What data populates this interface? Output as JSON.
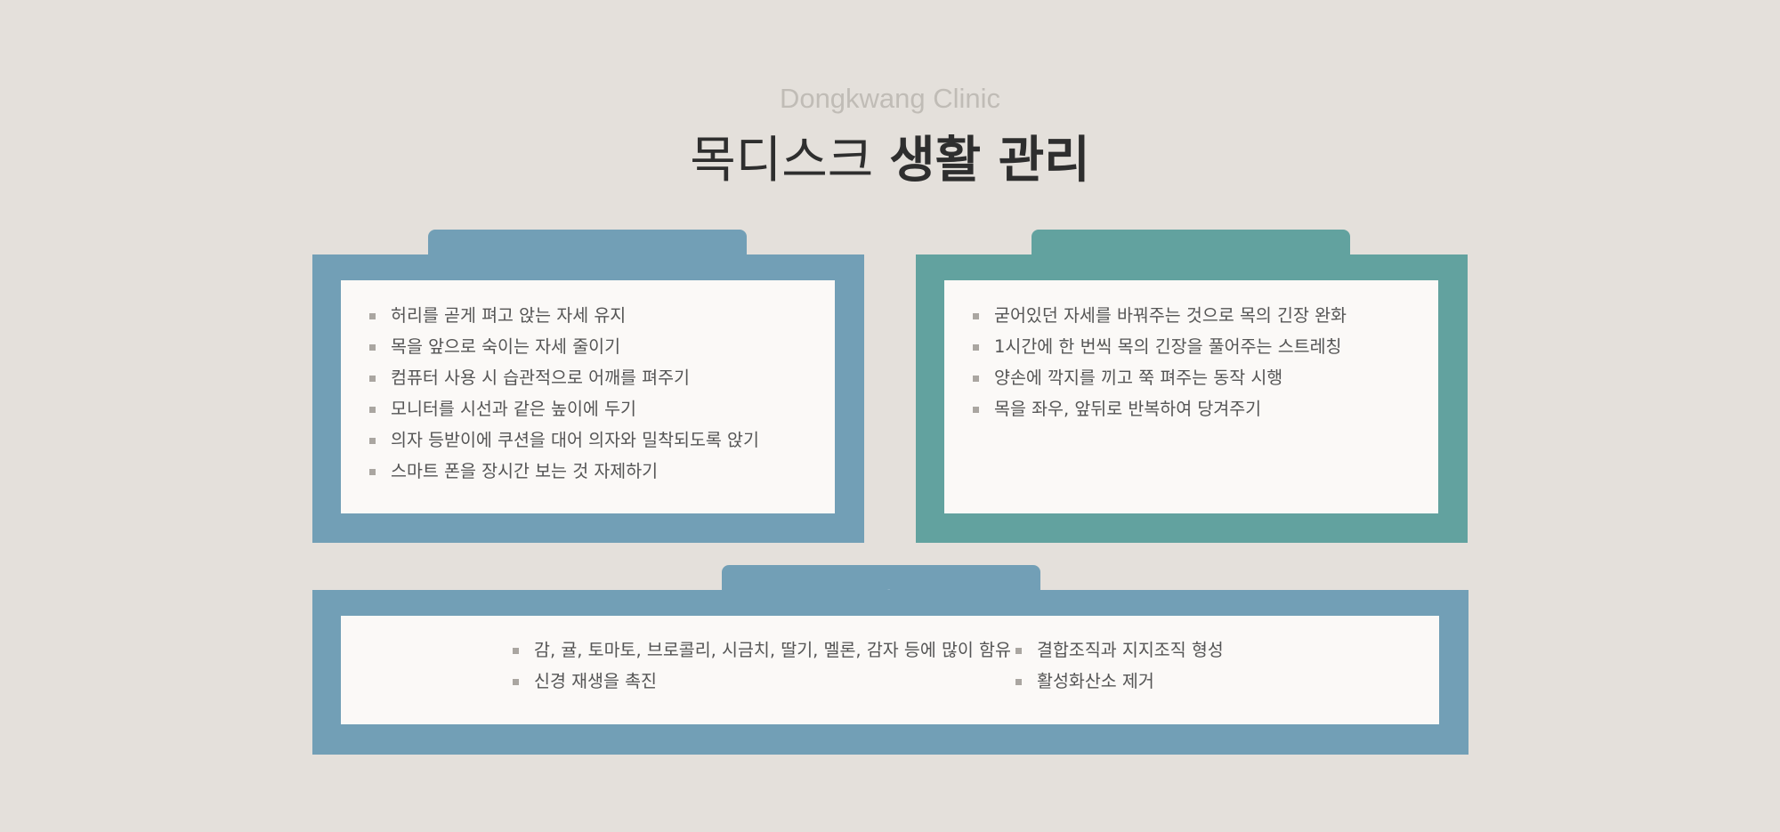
{
  "header": {
    "subtitle": "Dongkwang Clinic",
    "title_light": "목디스크",
    "title_bold": "생활 관리"
  },
  "cards": {
    "posture": {
      "title": "바른 자세 유지",
      "color": "#729fb6",
      "items": [
        "허리를 곧게 펴고 앉는 자세 유지",
        "목을 앞으로 숙이는 자세 줄이기",
        "컴퓨터 사용 시 습관적으로 어깨를 펴주기",
        "모니터를 시선과 같은 높이에 두기",
        "의자 등받이에 쿠션을 대어 의자와 밀착되도록 앉기",
        "스마트 폰을 장시간 보는 것 자제하기"
      ]
    },
    "stretching": {
      "title": "주기적인 스트레칭",
      "color": "#62a29f",
      "items": [
        "굳어있던 자세를 바꿔주는 것으로 목의 긴장 완화",
        "1시간에 한 번씩 목의 긴장을 풀어주는 스트레칭",
        "양손에 깍지를 끼고 쭉 펴주는 동작 시행",
        "목을 좌우, 앞뒤로 반복하여 당겨주기"
      ]
    },
    "vitamin": {
      "title": "비타민 C가 많이 함유된 음식 섭취",
      "color": "#729fb6",
      "left_items": [
        "감, 귤, 토마토, 브로콜리, 시금치, 딸기, 멜론, 감자 등에 많이 함유",
        "신경 재생을 촉진"
      ],
      "right_items": [
        "결합조직과 지지조직 형성",
        "활성화산소 제거"
      ]
    }
  }
}
